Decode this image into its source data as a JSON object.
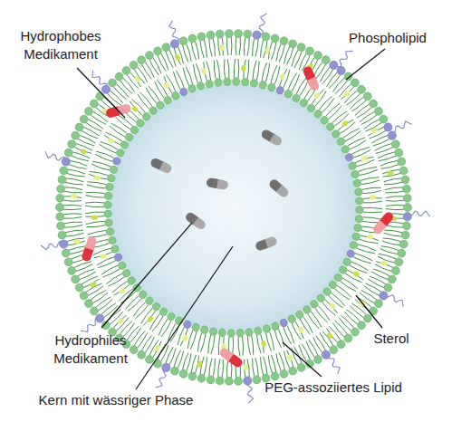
{
  "diagram": {
    "labels": [
      "Hydrophobes Medikament",
      "Phospholipid",
      "Hydrophiles Medikament",
      "Sterol",
      "Kern mit wässriger Phase",
      "PEG-assoziiertes Lipid"
    ]
  }
}
